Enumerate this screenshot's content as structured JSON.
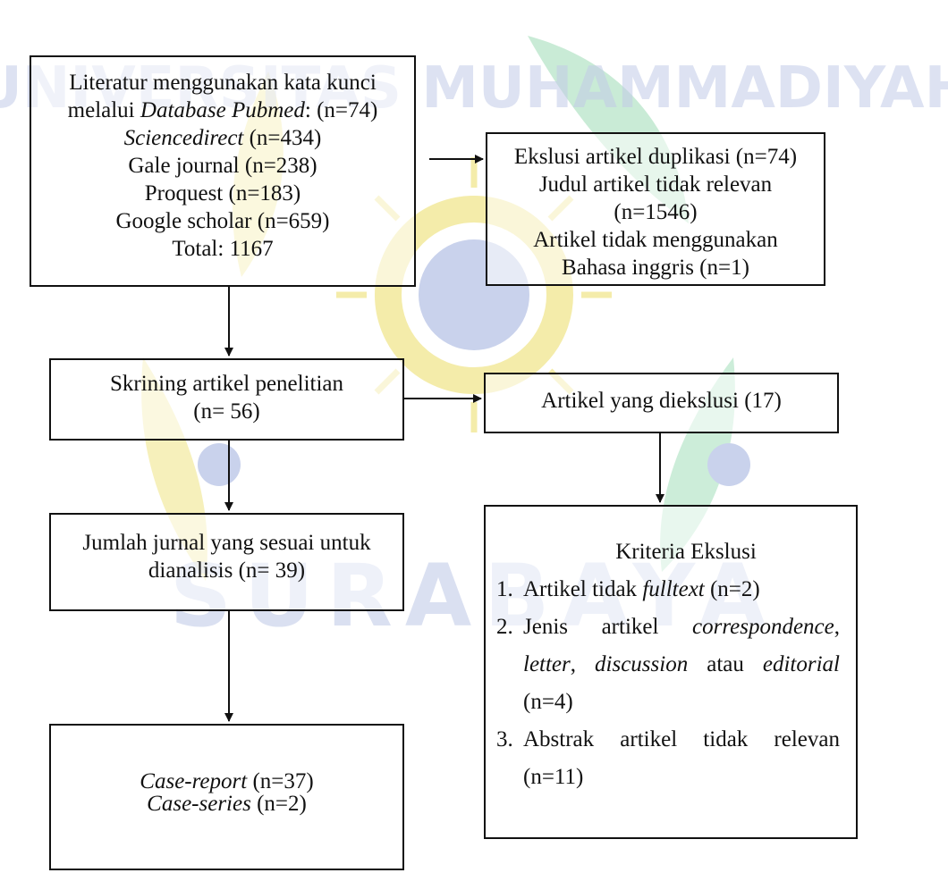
{
  "colors": {
    "box_border": "#111111",
    "arrow": "#111111",
    "watermark_blue": "#c3cce8",
    "watermark_yellow": "#f4ecaa",
    "watermark_green": "#bfe8cf"
  },
  "watermark": {
    "top_text": "UNIVERSITAS MUHAMMADIYAH",
    "bottom_text": "SURABAYA"
  },
  "search_box": {
    "line1": "Literatur menggunakan kata kunci",
    "line2_prefix": "melalui ",
    "line2_italic": "Database Pubmed",
    "line2_suffix": ": (n=74)",
    "line3_italic": "Sciencedirect",
    "line3_suffix": " (n=434)",
    "line4": "Gale journal (n=238)",
    "line5": "Proquest (n=183)",
    "line6": "Google scholar (n=659)",
    "line7": "Total: 1167"
  },
  "exclusion_box_1": {
    "line1": "Ekslusi artikel duplikasi (n=74)",
    "line2": "Judul artikel tidak relevan",
    "line3": "(n=1546)",
    "line4": "Artikel tidak menggunakan",
    "line5": "Bahasa inggris (n=1)"
  },
  "screening_box": {
    "line1": "Skrining artikel penelitian",
    "line2": "(n= 56)"
  },
  "exclusion_box_2": {
    "line1": "Artikel yang diekslusi (17)"
  },
  "analyzed_box": {
    "line1": "Jumlah jurnal yang sesuai untuk",
    "line2": "dianalisis (n= 39)"
  },
  "criteria_box": {
    "heading": "Kriteria Ekslusi",
    "item1_num": "1.",
    "item1_prefix": "Artikel tidak ",
    "item1_italic": "fulltext",
    "item1_suffix": " (n=2)",
    "item2_num": "2.",
    "item2_prefix": "Jenis artikel ",
    "item2_italic1": "correspondence",
    "item2_sep1": ", ",
    "item2_italic2": "letter",
    "item2_sep2": ", ",
    "item2_italic3": "discussion",
    "item2_sep3": " atau ",
    "item2_italic4": "editorial",
    "item2_suffix": " (n=4)",
    "item3_num": "3.",
    "item3_text": "Abstrak artikel tidak relevan (n=11)"
  },
  "result_box": {
    "line1_italic": "Case-report",
    "line1_suffix": " (n=37)",
    "line2_italic": "Case-series",
    "line2_suffix": " (n=2)"
  }
}
